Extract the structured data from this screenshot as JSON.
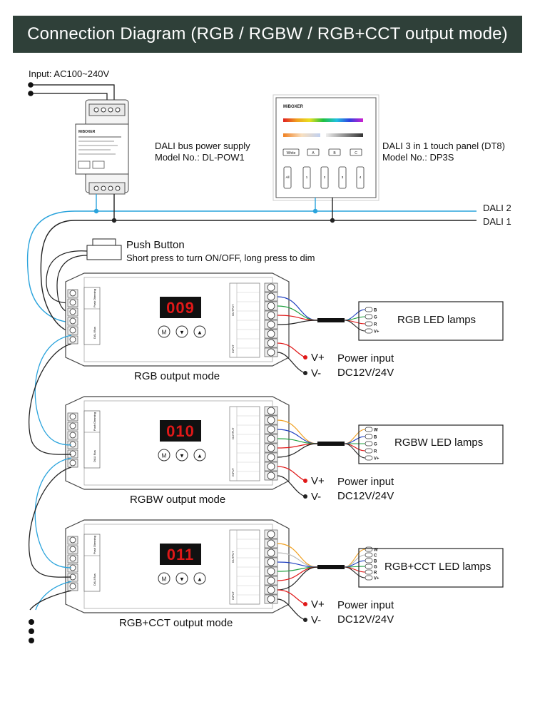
{
  "header": {
    "title": "Connection Diagram (RGB / RGBW / RGB+CCT output mode)"
  },
  "input_label": "Input: AC100~240V",
  "power_supply": {
    "line1": "DALI bus power supply",
    "line2": "Model No.: DL-POW1",
    "brand": "MiBOXER"
  },
  "touch_panel": {
    "line1": "DALI 3 in 1 touch panel (DT8)",
    "line2": "Model No.: DP3S",
    "brand": "MiBOXER",
    "white_btn": "White",
    "abc": [
      "A",
      "B",
      "C"
    ],
    "zones": [
      "All",
      "1",
      "2",
      "3",
      "4"
    ]
  },
  "buses": {
    "dali2": "DALI 2",
    "dali1": "DALI 1"
  },
  "push_button": {
    "title": "Push Button",
    "desc": "Short press to turn ON/OFF, long press to dim"
  },
  "controllers": [
    {
      "display": "009",
      "mode": "RGB output mode",
      "lamp": "RGB LED lamps",
      "pins": [
        "B",
        "G",
        "R",
        "V+"
      ]
    },
    {
      "display": "010",
      "mode": "RGBW output mode",
      "lamp": "RGBW LED lamps",
      "pins": [
        "W",
        "B",
        "G",
        "R",
        "V+"
      ]
    },
    {
      "display": "011",
      "mode": "RGB+CCT output mode",
      "lamp": "RGB+CCT LED lamps",
      "pins": [
        "W",
        "C",
        "B",
        "G",
        "R",
        "V+"
      ]
    }
  ],
  "power_input": {
    "vplus": "V+",
    "vminus": "V-",
    "label": "Power input",
    "voltage": "DC12V/24V"
  },
  "buttons": {
    "m": "M",
    "down": "▼",
    "up": "▲"
  },
  "controller_labels": {
    "push_dimming": "Push Dimming",
    "dali_bus": "DALI Bus",
    "output": "OUTPUT",
    "input": "INPUT"
  },
  "colors": {
    "header_bg": "#2f4039",
    "dali2": "#29a3dc",
    "dali1": "#222222",
    "led_red": "#e01818"
  }
}
